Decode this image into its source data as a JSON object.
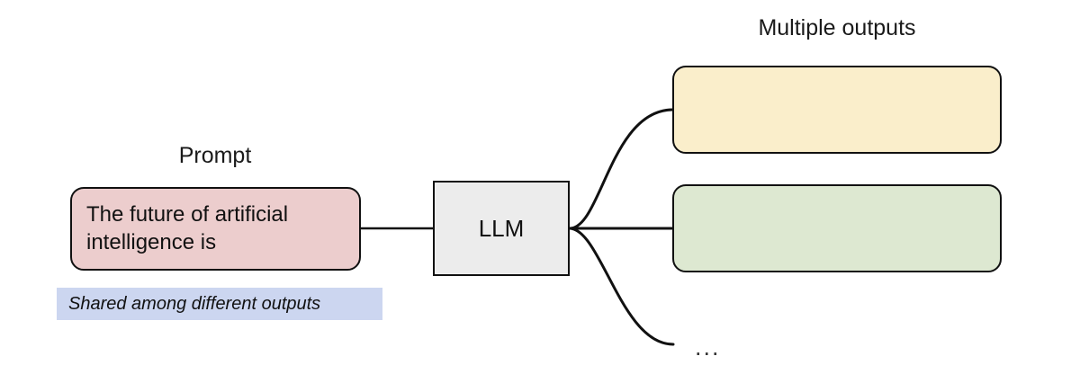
{
  "diagram": {
    "title_prompt": "Prompt",
    "title_outputs": "Multiple outputs",
    "prompt_box": {
      "text": "The future of artificial intelligence is",
      "fill": "#eccdcd"
    },
    "shared_note": {
      "text": "Shared among different outputs",
      "fill": "#ccd6f0"
    },
    "model_box": {
      "label": "LLM",
      "fill": "#ececec"
    },
    "outputs": [
      {
        "label": "",
        "fill": "#faeecb"
      },
      {
        "label": "",
        "fill": "#dde8d1"
      }
    ],
    "ellipsis": "...",
    "stroke_color": "#111111",
    "background": "#ffffff"
  }
}
